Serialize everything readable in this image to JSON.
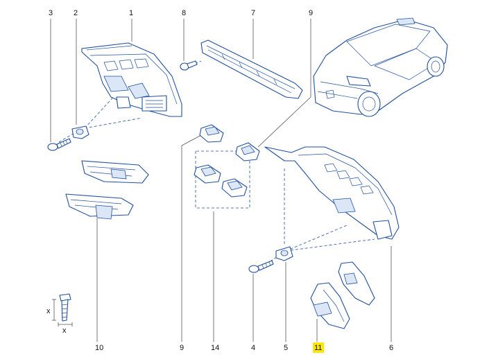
{
  "colors": {
    "line": "#1f4f9f",
    "highlight": "#ffe600",
    "text": "#111111"
  },
  "callouts": {
    "c3_top": "3",
    "c2_top": "2",
    "c1_top": "1",
    "c8_top": "8",
    "c7_top": "7",
    "c9_top": "9",
    "c10_bottom": "10",
    "c9_bottom": "9",
    "c14_bottom": "14",
    "c4_bottom": "4",
    "c5_bottom": "5",
    "c11_bottom": "11",
    "c6_bottom": "6"
  },
  "dimension_labels": {
    "x_vertical": "x",
    "x_horizontal": "x"
  },
  "icons": [
    "car-illustration",
    "screw-dimension-icon"
  ]
}
